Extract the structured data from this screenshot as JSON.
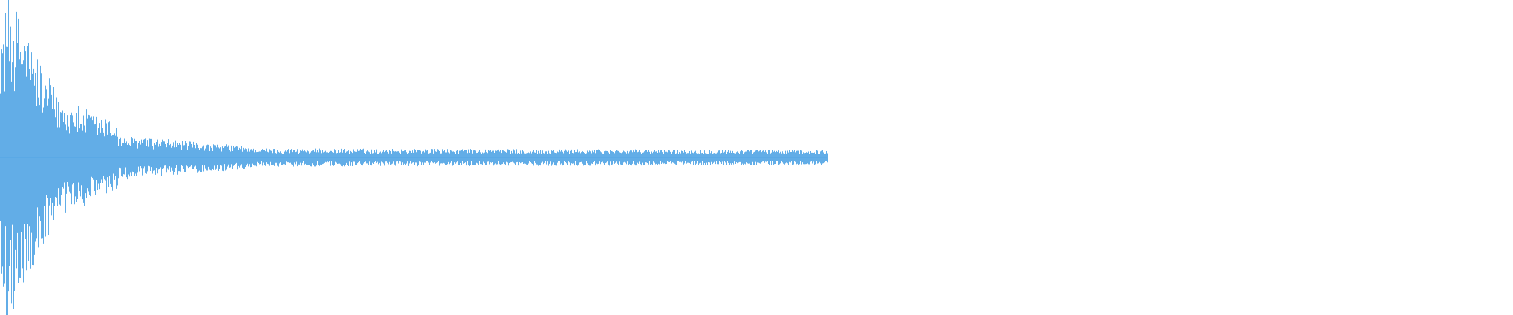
{
  "waveform": {
    "color": "#5aa9e6",
    "duration_fraction_of_track": 0.547,
    "peak_amplitude": 0.72,
    "attack_amplitude": 0.66,
    "early_decay_amplitude": 0.19,
    "mid_tail_amplitude": 0.033,
    "late_tail_amplitude": 0.015
  }
}
